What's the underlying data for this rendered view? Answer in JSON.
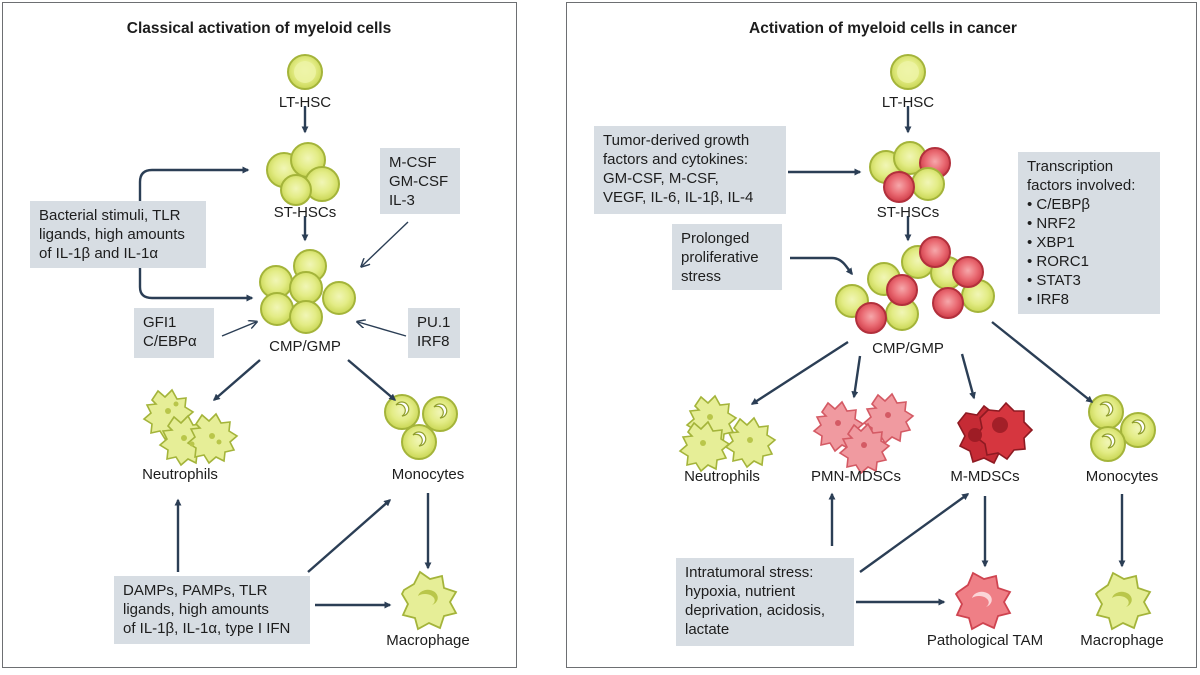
{
  "left": {
    "title": "Classical activation of myeloid cells",
    "cells": {
      "lthsc": "LT-HSC",
      "sthsc": "ST-HSCs",
      "cmpgmp": "CMP/GMP",
      "neutrophils": "Neutrophils",
      "monocytes": "Monocytes",
      "macrophage": "Macrophage"
    },
    "boxes": {
      "bacterial": [
        "Bacterial stimuli, TLR",
        "ligands, high amounts",
        "of IL-1β and IL-1α"
      ],
      "csf": [
        "M-CSF",
        "GM-CSF",
        "IL-3"
      ],
      "gfi": [
        "GFI1",
        "C/EBPα"
      ],
      "pu": [
        "PU.1",
        "IRF8"
      ],
      "damps": [
        "DAMPs, PAMPs, TLR",
        "ligands, high amounts",
        "of IL-1β, IL-1α, type I IFN"
      ]
    }
  },
  "right": {
    "title": "Activation of myeloid cells in cancer",
    "cells": {
      "lthsc": "LT-HSC",
      "sthsc": "ST-HSCs",
      "cmpgmp": "CMP/GMP",
      "neutrophils": "Neutrophils",
      "pmn": "PMN-MDSCs",
      "mmdsc": "M-MDSCs",
      "monocytes": "Monocytes",
      "tam": "Pathological TAM",
      "macrophage": "Macrophage"
    },
    "boxes": {
      "tumor": [
        "Tumor-derived growth",
        "factors and cytokines:",
        "GM-CSF, M-CSF,",
        "VEGF, IL-6, IL-1β, IL-4"
      ],
      "prolonged": [
        "Prolonged",
        "proliferative",
        "stress"
      ],
      "tf": [
        "Transcription",
        "factors involved:",
        "• C/EBPβ",
        "• NRF2",
        "• XBP1",
        "• RORC1",
        "• STAT3",
        "• IRF8"
      ],
      "intratumoral": [
        "Intratumoral stress:",
        "hypoxia, nutrient",
        "deprivation, acidosis,",
        "lactate"
      ]
    }
  },
  "colors": {
    "arrow": "#2b3e55",
    "box": "#d7dde3",
    "cell_green_fill": "#dfe97e",
    "cell_green_stroke": "#a4b43a",
    "cell_red_fill": "#e8646d",
    "cell_red_stroke": "#b2303c",
    "mdsc_dark": "#c52b36",
    "pmn_pink": "#ef8d91",
    "panel_border": "#6d6f72"
  }
}
